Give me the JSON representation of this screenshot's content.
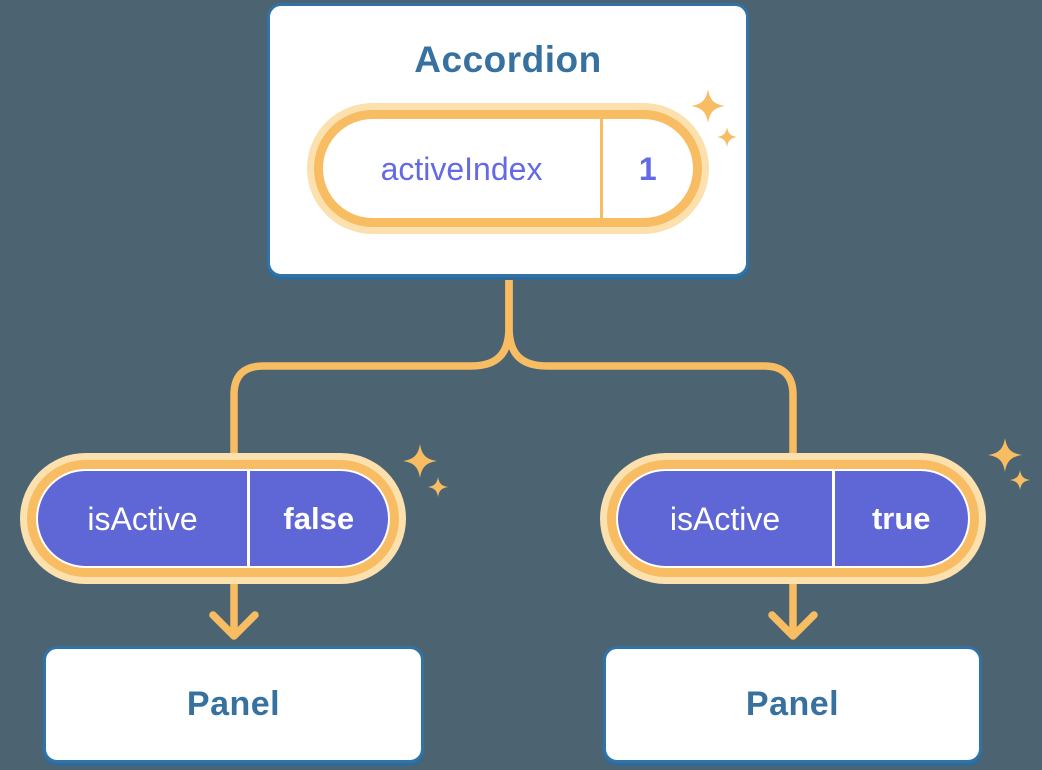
{
  "canvas": {
    "background": "#4C6471"
  },
  "colors": {
    "accent_orange": "#F8BC63",
    "halo_orange": "#FCE0AE",
    "pill_purple": "#5F66D6",
    "card_border_blue": "#3173A6",
    "text_blue": "#36719F",
    "text_purple": "#6469E6",
    "text_white": "#FFFFFF"
  },
  "icons": {
    "sparkle": "four-point-star"
  },
  "accordion_card": {
    "title": "Accordion",
    "state_pill": {
      "name": "activeIndex",
      "value": "1"
    }
  },
  "left_branch": {
    "prop_pill": {
      "name": "isActive",
      "value": "false"
    },
    "panel": {
      "title": "Panel"
    }
  },
  "right_branch": {
    "prop_pill": {
      "name": "isActive",
      "value": "true"
    },
    "panel": {
      "title": "Panel"
    }
  }
}
